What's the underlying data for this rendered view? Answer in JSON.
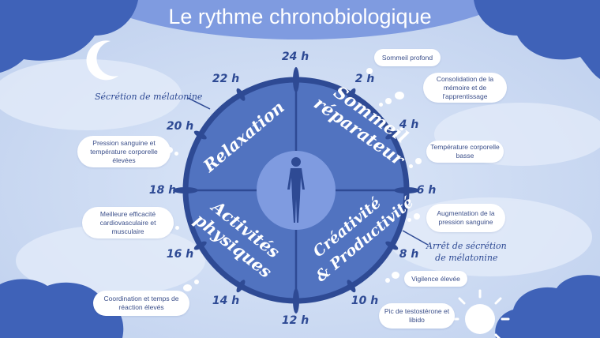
{
  "title": "Le rythme chronobiologique",
  "hours": {
    "h24": "24 h",
    "h2": "2 h",
    "h4": "4 h",
    "h6": "6 h",
    "h8": "8 h",
    "h10": "10 h",
    "h12": "12 h",
    "h14": "14 h",
    "h16": "16 h",
    "h18": "18 h",
    "h20": "20 h",
    "h22": "22 h"
  },
  "quadrants": {
    "sommeil": [
      "Sommeil",
      "réparateur"
    ],
    "creativite": [
      "Créativité",
      "& Productivité"
    ],
    "activites": [
      "Activités",
      "physiques"
    ],
    "relaxation": "Relaxation"
  },
  "annotations": {
    "secretion": "Sécrétion de mélatonine",
    "arret": [
      "Arrêt de sécrétion",
      "de mélatonine"
    ]
  },
  "bubbles": {
    "sommeil_profond": "Sommeil profond",
    "memoire": "Consolidation de la mémoire et de l'apprentissage",
    "temperature_basse": "Température corporelle basse",
    "pression_sanguine": "Augmentation de la pression sanguine",
    "vigilance": "Vigilence élevée",
    "testosterone": "Pic de testostérone et libido",
    "coordination": "Coordination et temps de réaction élevés",
    "cardio": "Meilleure efficacité cardiovasculaire et musculaire",
    "pression_temperature": "Pression sanguine et température corporelle élevées"
  },
  "colors": {
    "background": "#c9d8f0",
    "clock_face": "#5173c0",
    "clock_ring": "#2e4a94",
    "center_circle": "#7f9be0",
    "corner_blob": "#3f62b8",
    "text_dark": "#2e4a94"
  },
  "icons": [
    "moon-icon",
    "sun-icon",
    "human-figure-icon"
  ]
}
